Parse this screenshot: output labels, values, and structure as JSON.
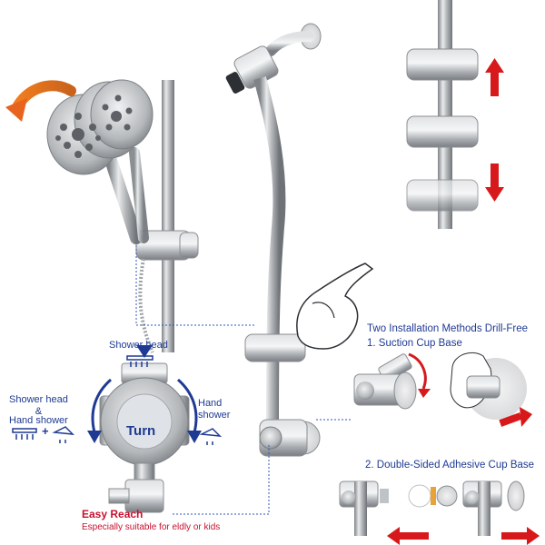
{
  "labels": {
    "shower_head_top": "Shower head",
    "shower_head_hand_line1": "Shower head",
    "shower_head_hand_amp": "&",
    "shower_head_hand_line2": "Hand shower",
    "hand_shower_line1": "Hand",
    "hand_shower_line2": "shower",
    "turn": "Turn",
    "plus": "+",
    "easy_reach": "Easy Reach",
    "easy_reach_sub": "Especially suitable for eldly or kids",
    "two_methods": "Two Installation Methods Drill-Free",
    "method1": "1. Suction Cup Base",
    "method2": "2. Double-Sided Adhesive Cup Base"
  },
  "colors": {
    "navy": "#1f3a93",
    "red": "#c8102e",
    "arrow_red": "#d7191c",
    "arrow_orange": "#e8641e",
    "chrome": "#b9bcbf",
    "chrome_dark": "#8c9094"
  },
  "icons": [
    "rotate-arrow-icon",
    "up-arrow-icon",
    "down-arrow-icon",
    "shower-head-icon",
    "hand-shower-icon",
    "hand-icon",
    "turn-arrow-icon",
    "push-arrow-icon"
  ]
}
